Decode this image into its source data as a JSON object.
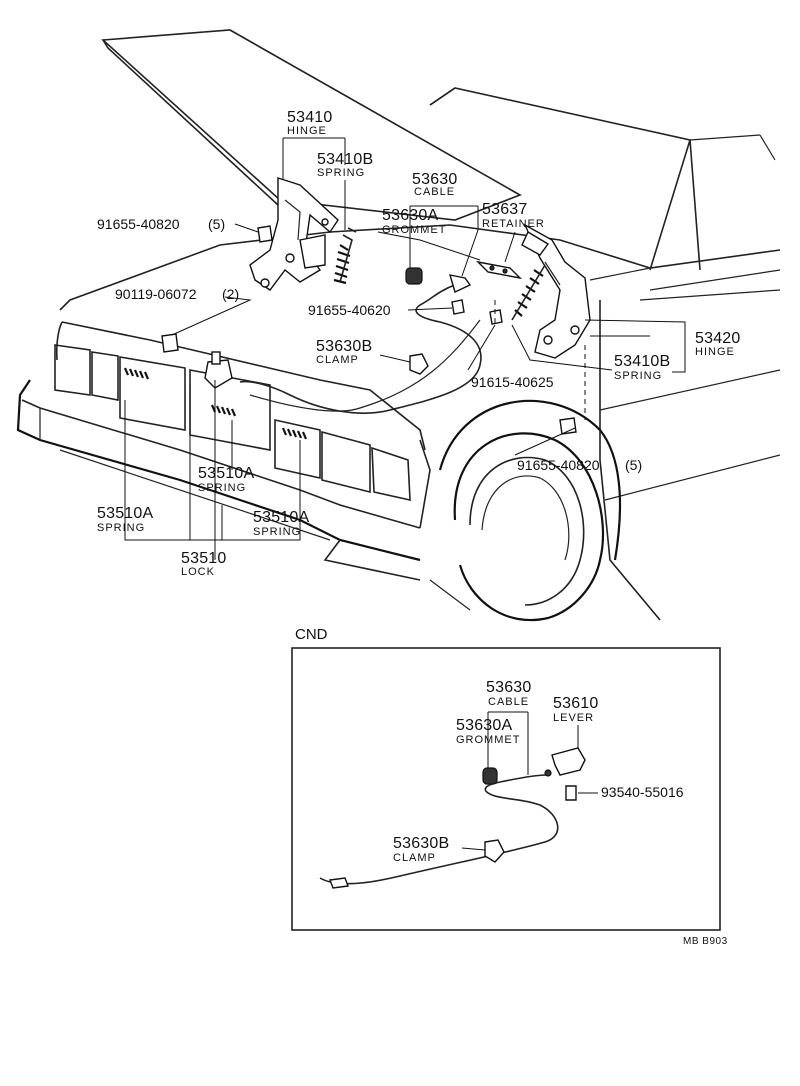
{
  "labels": {
    "hinge_53410": {
      "num": "53410",
      "name": "HINGE"
    },
    "spring_53410b_top": {
      "num": "53410B",
      "name": "SPRING"
    },
    "bolt_91655_40820_top": {
      "pn": "91655-40820",
      "qty": "(5)"
    },
    "cable_53630": {
      "num": "53630",
      "name": "CABLE"
    },
    "grommet_53630a": {
      "num": "53630A",
      "name": "GROMMET"
    },
    "retainer_53637": {
      "num": "53637",
      "name": "RETAINER"
    },
    "bolt_90119_06072": {
      "pn": "90119-06072",
      "qty": "(2)"
    },
    "bolt_91655_40620": {
      "pn": "91655-40620"
    },
    "clamp_53630b": {
      "num": "53630B",
      "name": "CLAMP"
    },
    "hinge_53420": {
      "num": "53420",
      "name": "HINGE"
    },
    "spring_53410b_right": {
      "num": "53410B",
      "name": "SPRING"
    },
    "bolt_91615_40625": {
      "pn": "91615-40625"
    },
    "bolt_91655_40820_bottom": {
      "pn": "91655-40820",
      "qty": "(5)"
    },
    "spring_53510a_mid": {
      "num": "53510A",
      "name": "SPRING"
    },
    "spring_53510a_left": {
      "num": "53510A",
      "name": "SPRING"
    },
    "spring_53510a_right": {
      "num": "53510A",
      "name": "SPRING"
    },
    "lock_53510": {
      "num": "53510",
      "name": "LOCK"
    }
  },
  "cnd": {
    "title": "CND",
    "cable": {
      "num": "53630",
      "name": "CABLE"
    },
    "lever": {
      "num": "53610",
      "name": "LEVER"
    },
    "grommet": {
      "num": "53630A",
      "name": "GROMMET"
    },
    "screw": {
      "pn": "93540-55016"
    },
    "clamp": {
      "num": "53630B",
      "name": "CLAMP"
    }
  },
  "diagram_code": "MB  B903"
}
